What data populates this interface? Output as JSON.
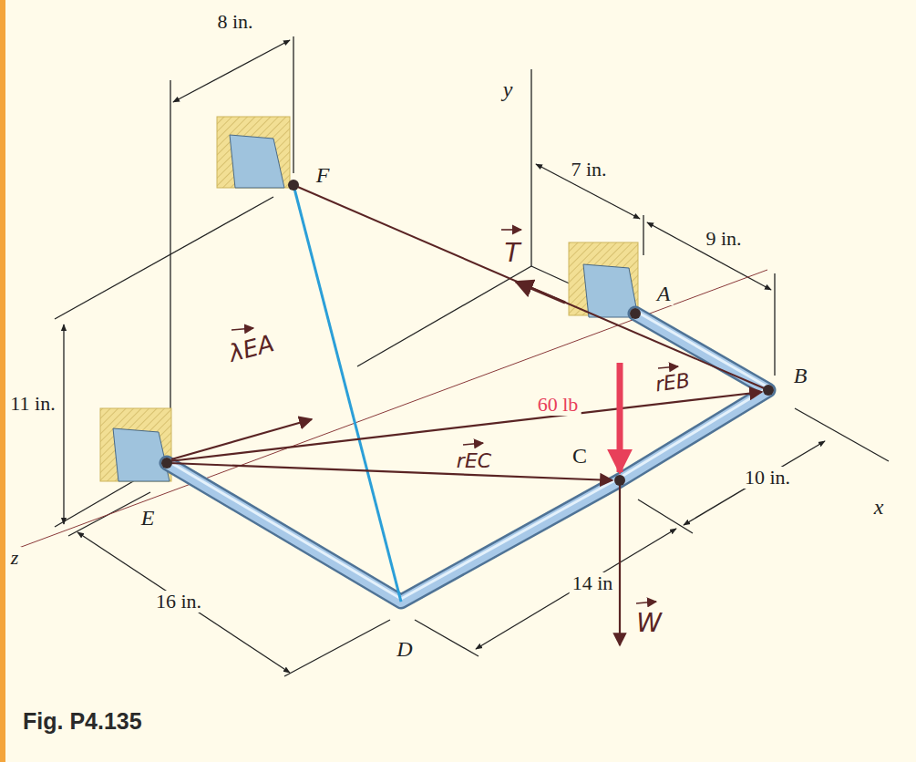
{
  "diagram": {
    "caption": "Fig. P4.135",
    "labels": [
      "8 in.",
      "y",
      "7 in.",
      "9 in.",
      "F",
      "T",
      "A",
      "λEA",
      "rEB",
      "B",
      "11 in.",
      "60 lb",
      "C",
      "rEC",
      "10 in.",
      "x",
      "E",
      "z",
      "16 in.",
      "14 in",
      "D",
      "W"
    ]
  }
}
